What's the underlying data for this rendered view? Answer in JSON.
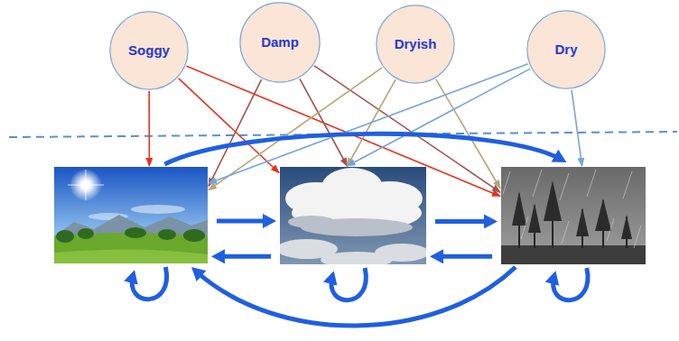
{
  "diagram": {
    "nodes": [
      {
        "text": [
          "Soggy"
        ]
      },
      {
        "text": [
          "Damp"
        ]
      },
      {
        "text": [
          "Dryish"
        ]
      },
      {
        "text": [
          "Dry"
        ]
      },
      {
        "text": []
      },
      {
        "text": []
      },
      {
        "text": []
      }
    ],
    "edges": [
      {
        "from": 0,
        "to": 4,
        "arrow": "to"
      },
      {
        "from": 0,
        "to": 5,
        "arrow": "to"
      },
      {
        "from": 0,
        "to": 6,
        "arrow": "to"
      },
      {
        "from": 1,
        "to": 4,
        "arrow": "to"
      },
      {
        "from": 1,
        "to": 5,
        "arrow": "to"
      },
      {
        "from": 1,
        "to": 6,
        "arrow": "to"
      },
      {
        "from": 2,
        "to": 4,
        "arrow": "to"
      },
      {
        "from": 2,
        "to": 5,
        "arrow": "to"
      },
      {
        "from": 2,
        "to": 6,
        "arrow": "to"
      },
      {
        "from": 3,
        "to": 4,
        "arrow": "to"
      },
      {
        "from": 3,
        "to": 5,
        "arrow": "to"
      },
      {
        "from": 3,
        "to": 6,
        "arrow": "to"
      },
      {
        "from": 4,
        "to": 5,
        "arrow": "to"
      },
      {
        "from": 5,
        "to": 4,
        "arrow": "to"
      },
      {
        "from": 5,
        "to": 6,
        "arrow": "to"
      },
      {
        "from": 6,
        "to": 5,
        "arrow": "to"
      },
      {
        "from": 4,
        "to": 6,
        "arrow": "to"
      },
      {
        "from": 6,
        "to": 4,
        "arrow": "to"
      },
      {
        "from": 4,
        "to": 4,
        "arrow": "to"
      },
      {
        "from": 5,
        "to": 5,
        "arrow": "to"
      },
      {
        "from": 6,
        "to": 6,
        "arrow": "to"
      }
    ]
  }
}
